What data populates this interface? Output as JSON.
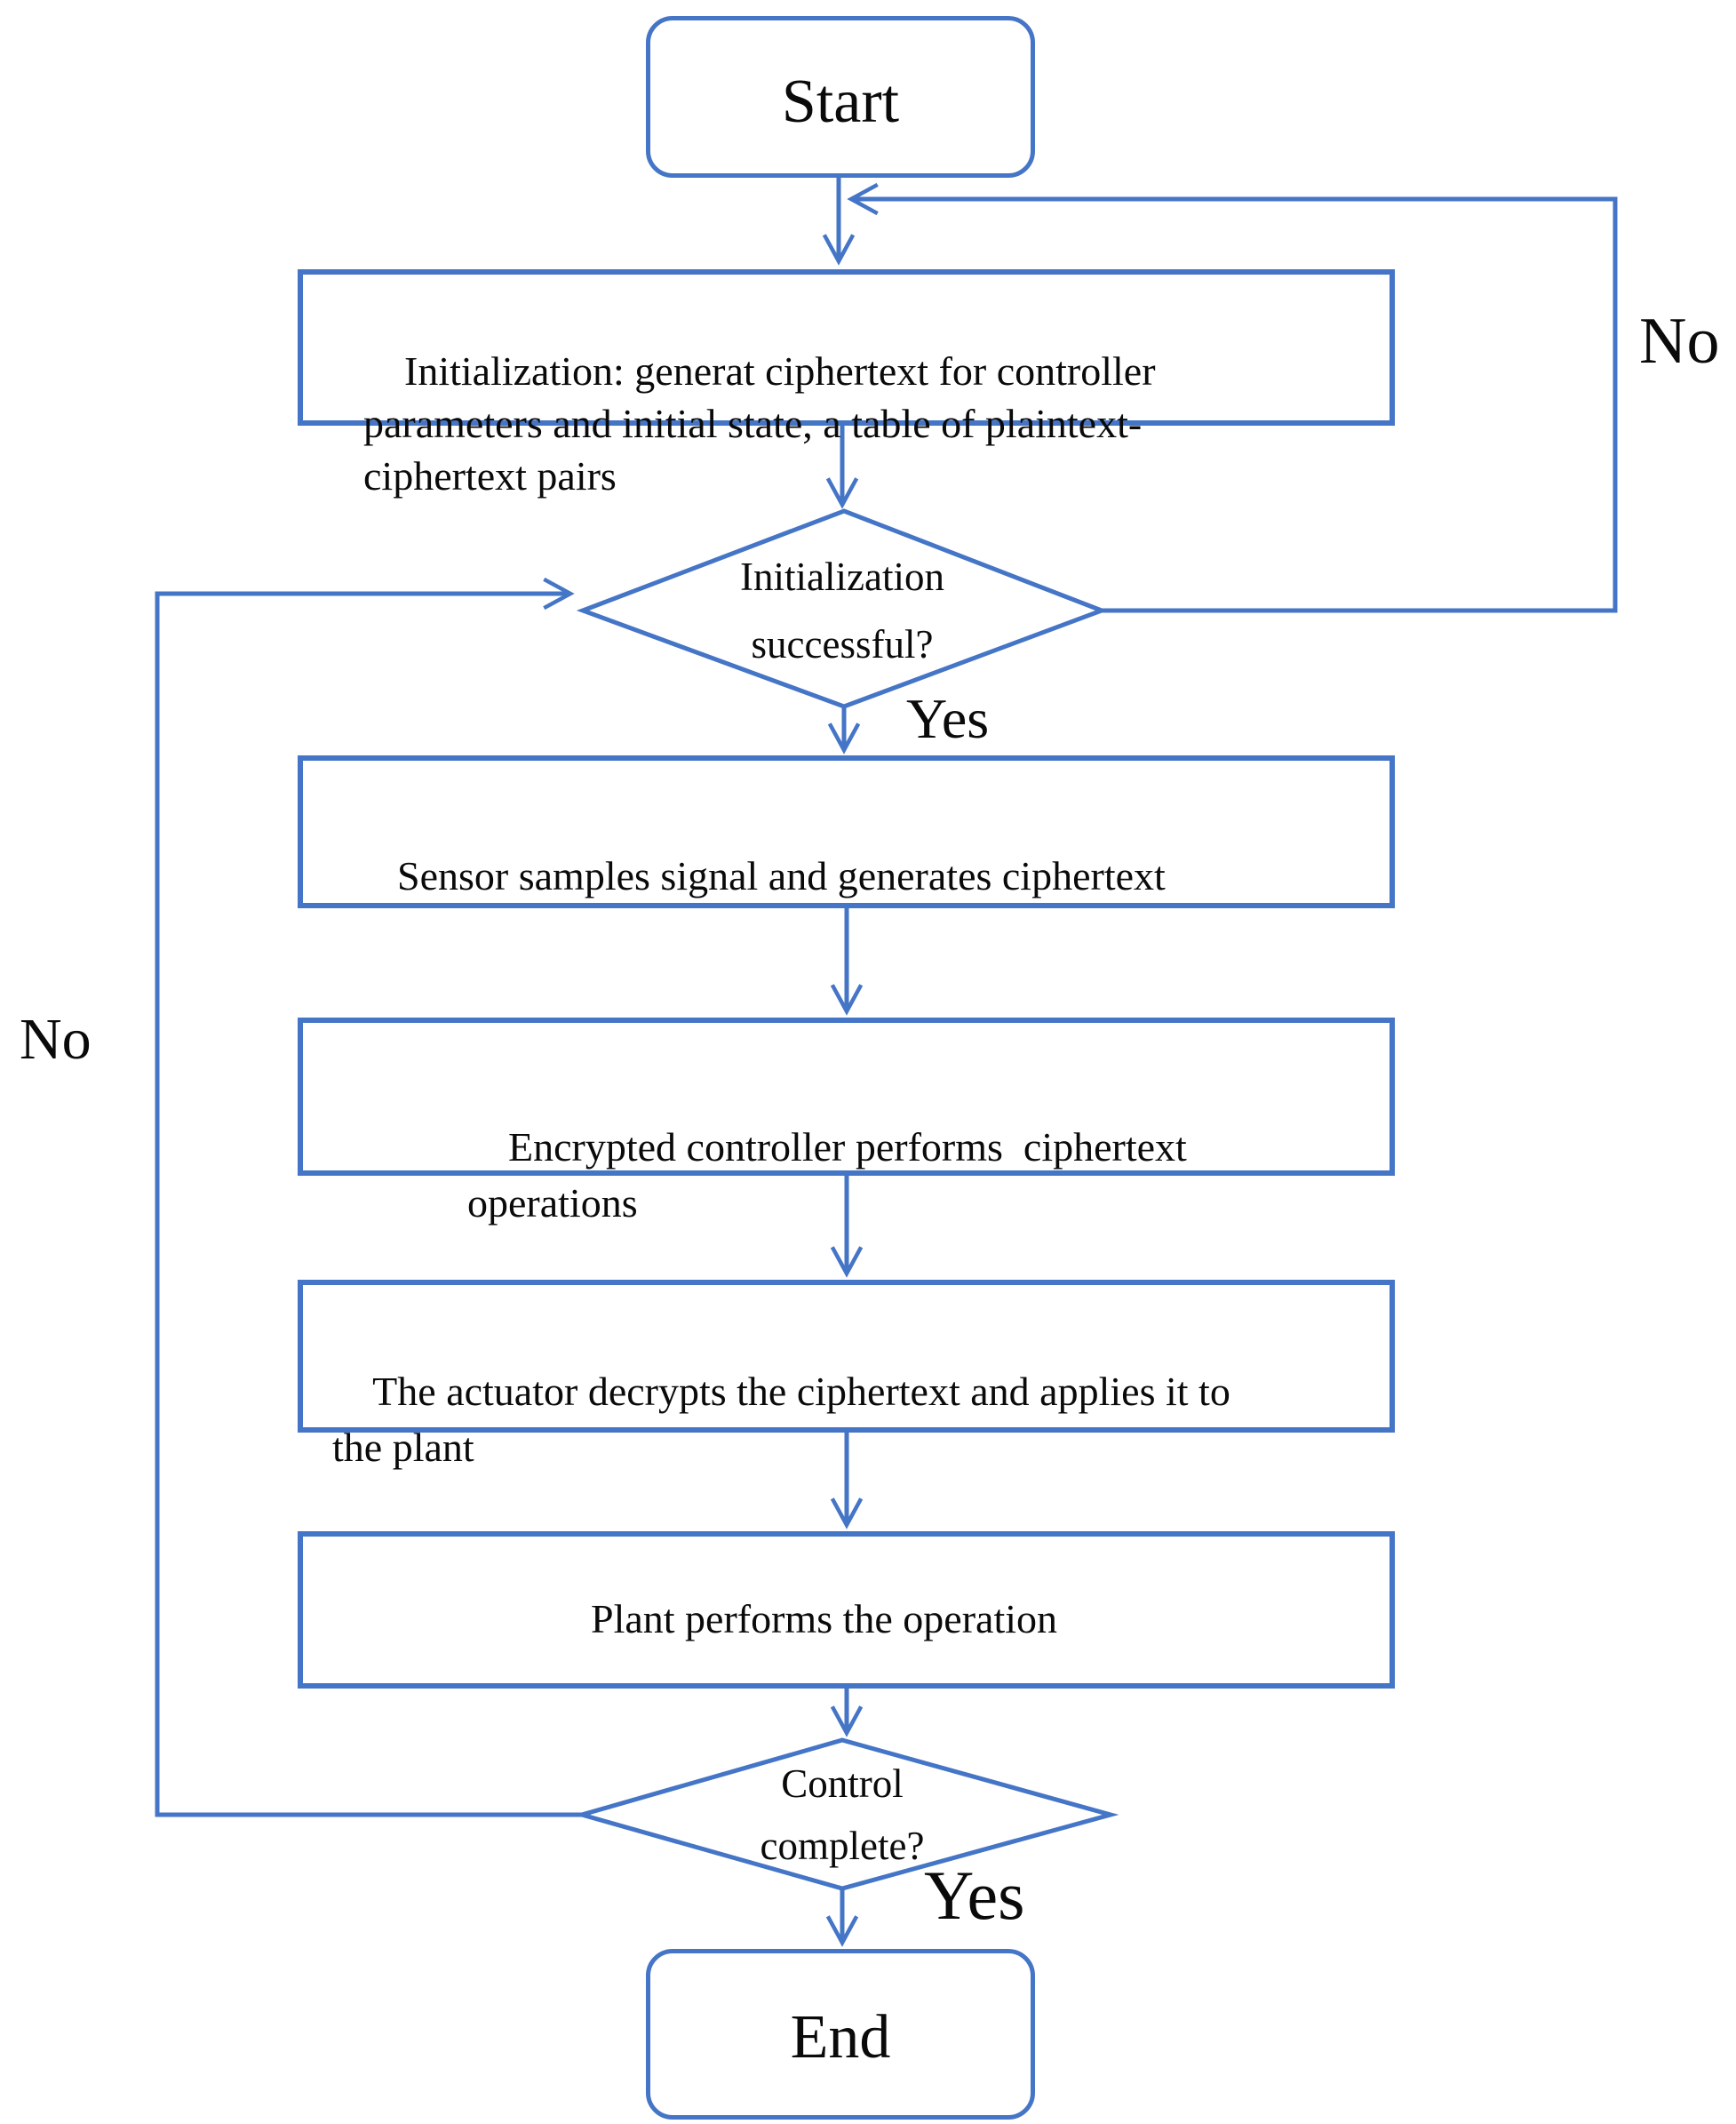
{
  "diagram": {
    "type": "flowchart",
    "colors": {
      "line": "#4575C6",
      "text": "#0A0A0A",
      "background": "#FFFFFF"
    },
    "nodes": {
      "start": {
        "shape": "terminator",
        "label": "Start"
      },
      "init": {
        "shape": "process",
        "label": "Initialization: generat ciphertext for controller\nparameters and initial state, a table of plaintext-\nciphertext pairs"
      },
      "init_check": {
        "shape": "decision",
        "label": "Initialization\nsuccessful?"
      },
      "sensor": {
        "shape": "process",
        "label": "Sensor samples signal and generates ciphertext"
      },
      "controller": {
        "shape": "process",
        "label": "Encrypted controller performs  ciphertext\noperations"
      },
      "actuator": {
        "shape": "process",
        "label": "The actuator decrypts the ciphertext and applies it to\nthe plant"
      },
      "plant": {
        "shape": "process",
        "label": "Plant performs the operation"
      },
      "control_check": {
        "shape": "decision",
        "label": "Control\ncomplete?"
      },
      "end": {
        "shape": "terminator",
        "label": "End"
      }
    },
    "edge_labels": {
      "init_yes": "Yes",
      "init_no": "No",
      "control_yes": "Yes",
      "control_no": "No"
    }
  }
}
